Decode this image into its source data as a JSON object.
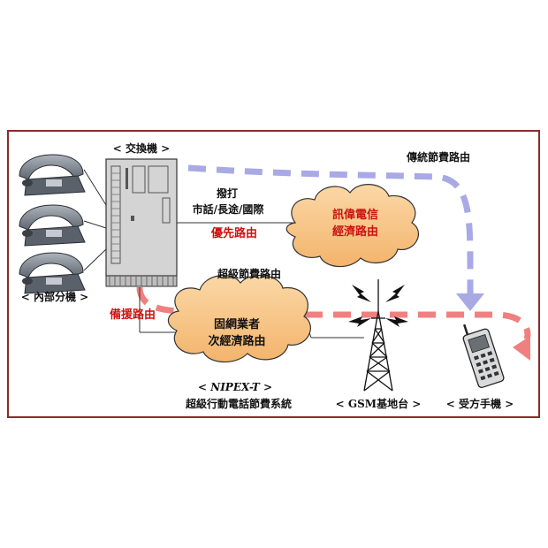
{
  "labels": {
    "exchange": "< 交換機 >",
    "internal_ext": "< 內部分機 >",
    "traditional_route": "傳統節費路由",
    "dial": "撥打",
    "call_types": "市話/長途/國際",
    "priority_route": "優先路由",
    "telecom_1": "訊偉電信",
    "telecom_2": "經濟路由",
    "super_route": "超級節費路由",
    "backup_route": "備援路由",
    "fixed_1": "固網業者",
    "fixed_2": "次經濟路由",
    "nipex_prefix": "< ",
    "nipex_name": "NIPEX-T",
    "nipex_suffix": " >",
    "system_name": "超級行動電話節費系統",
    "gsm_station": "< GSM基地台 >",
    "receiver_phone": "< 受方手機 >"
  },
  "colors": {
    "border": "#8a2b2b",
    "blue_route": "#a9a9e6",
    "red_route": "#f08080",
    "cloud_fill": "#f8c88a",
    "text_red": "#cc1111",
    "exchange_body": "#d4d4d4"
  },
  "icons": [
    "desk-phone-icon",
    "pbx-exchange-icon",
    "cloud-icon",
    "gsm-tower-icon",
    "mobile-phone-icon"
  ]
}
